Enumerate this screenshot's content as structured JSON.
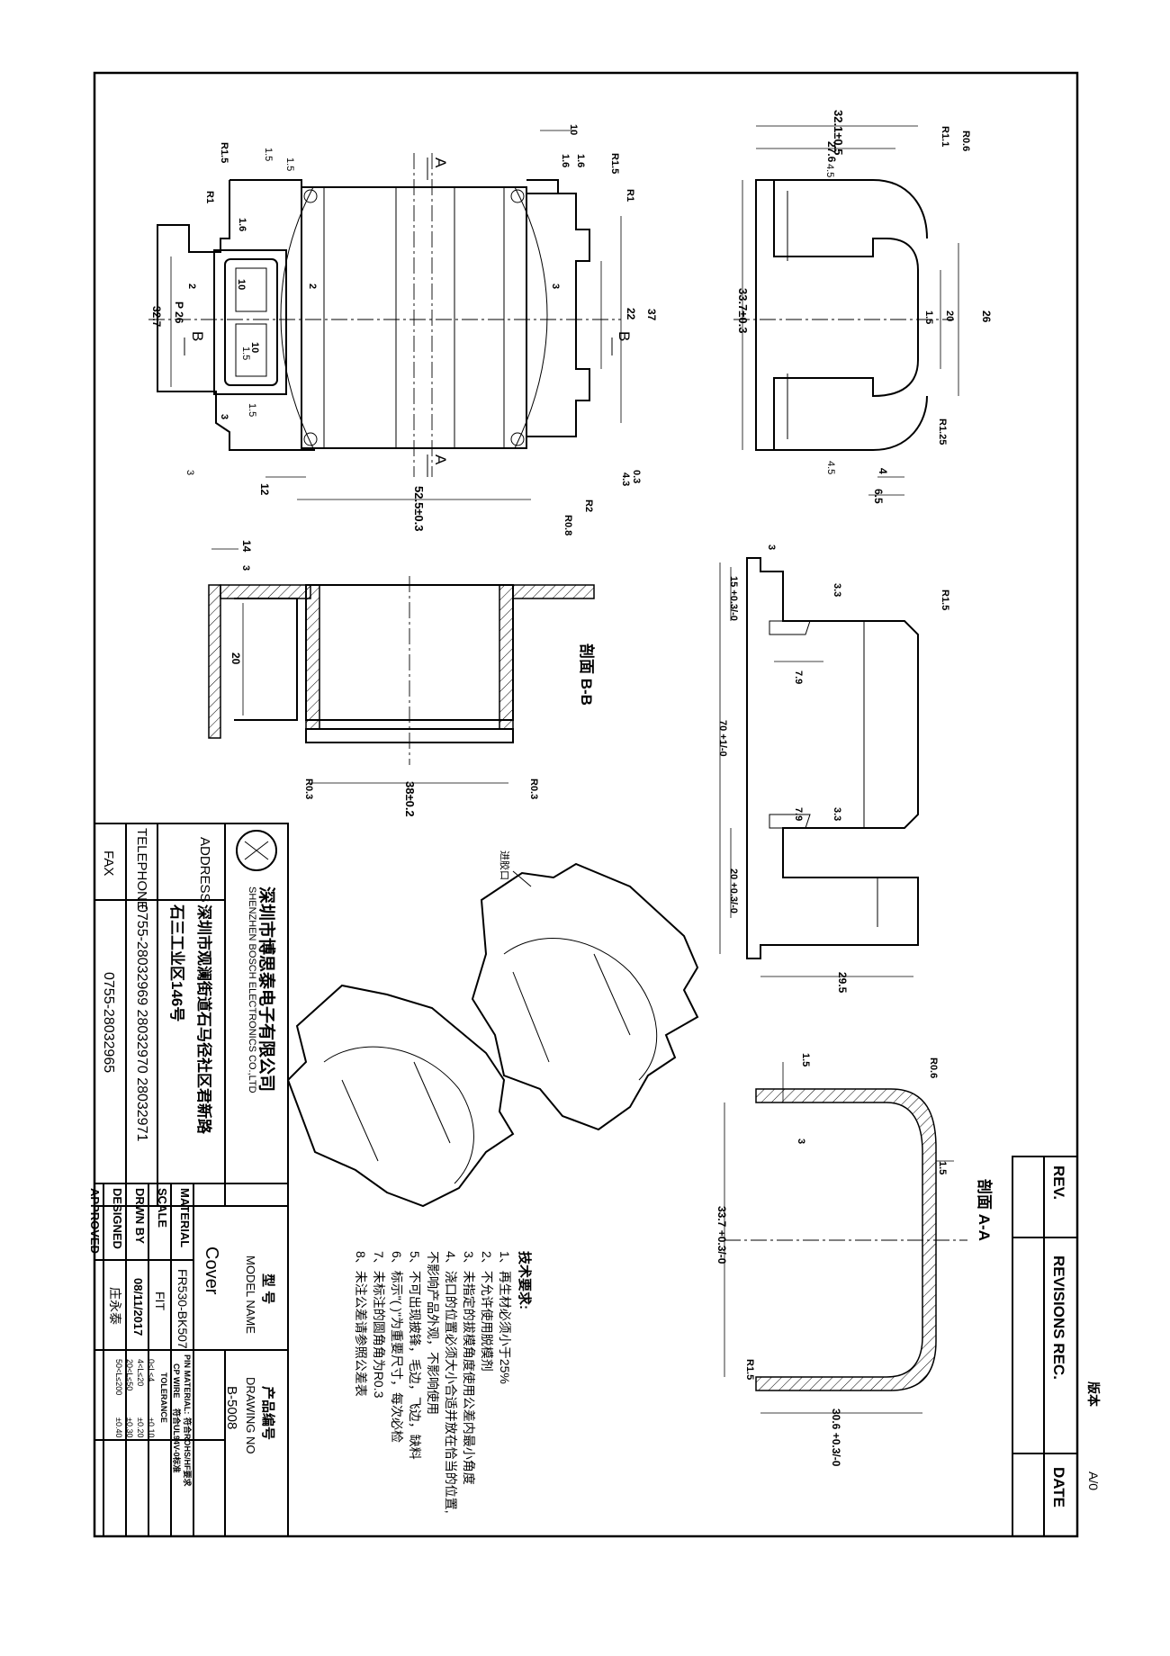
{
  "company": {
    "name_cn": "深圳市博思泰电子有限公司",
    "name_en": "SHENZHEN BOSCH ELECTRONICS CO.,LTD",
    "address_label": "ADDRESS",
    "address_line1": "深圳市观澜街道石马径社区君新路",
    "address_line2": "石三工业区146号",
    "telephone_label": "TELEPHONE",
    "telephone": "0755-28032969  28032970  28032971",
    "fax_label": "FAX",
    "fax": "0755-28032965"
  },
  "title_block": {
    "model_label_cn": "型  号",
    "model_label_en": "MODEL NAME",
    "model_value": "Cover",
    "drawing_no_label_cn": "产品编号",
    "drawing_no_label_en": "DRAWING NO",
    "drawing_no": "B-5008",
    "material_label": "MATERIAL",
    "material": "FR530-BK507",
    "scale_label": "SCALE",
    "scale": "FIT",
    "drawn_label": "DRWN BY",
    "drawn": "08/11/2017",
    "designed_label": "DESIGNED",
    "designed": "庄永泰",
    "approved_label": "APPROVED",
    "pin_material_label": "PIN MATERIAL:",
    "pin_material": "符合ROHS/HF要求",
    "cp_wire_label": "CP WIRE",
    "cp_wire": "符合UL94V-0标准",
    "tolerance_label": "TOLERANCE",
    "tolerances": [
      {
        "range": "0<L≤4",
        "value": "±0.10"
      },
      {
        "range": "4<L≤20",
        "value": "±0.20"
      },
      {
        "range": "20<L≤50",
        "value": "±0.30"
      },
      {
        "range": "50<L≤200",
        "value": "±0.40"
      }
    ]
  },
  "revisions": {
    "rev_label": "REV.",
    "revisions_label": "REVISIONS REC.",
    "date_label": "DATE",
    "version_label": "版本",
    "version_value": "A/0"
  },
  "tech_requirements": {
    "title": "技术要求:",
    "items": [
      "1、再生材必须小于25%",
      "2、不允许使用脱模剂",
      "3、未指定的拔模角度使用公差内最小角度",
      "4、浇口的位置必须大小合适并放在恰当的位置,",
      "不影响产品外观，不影响使用",
      "5、不可出现披锋，毛边，飞边，缺料",
      "6、标示\"(  )\"为重要尺寸，每次必检",
      "7、未标注的圆角角为R0.3",
      "8、未注公差请参照公差表"
    ]
  },
  "section_labels": {
    "bb": "剖面 B-B",
    "aa": "剖面 A-A",
    "gate": "进胶口",
    "a": "A",
    "b": "B"
  },
  "dims_top_view": [
    "R1.5",
    "R1",
    "1.5",
    "1.5",
    "1.6",
    "10",
    "2",
    "2",
    "10",
    "1.5",
    "P 26",
    "32.7",
    "1.5",
    "3",
    "3",
    "12",
    "52.5±0.3",
    "R0.8",
    "R2",
    "0.3",
    "4.3",
    "R1",
    "R1.5",
    "10",
    "1.6",
    "1.6",
    "3",
    "22",
    "37"
  ],
  "dims_side_view": [
    "32.1±0.5",
    "27.6",
    "R1.1",
    "R0.6",
    "4.5",
    "33.7±0.3",
    "4.5",
    "R1.25",
    "1.5",
    "20",
    "26",
    "4",
    "6.5"
  ],
  "dims_section_bb": [
    "14",
    "3",
    "20",
    "38±0.2",
    "R0.3",
    "R0.3"
  ],
  "dims_right_mid": [
    "3",
    "15 +0.3/-0",
    "3.3",
    "R1.5",
    "7.9",
    "70 +1/-0",
    "7.9",
    "3.3",
    "20 +0.3/-0",
    "29.5"
  ],
  "dims_section_aa": [
    "1.5",
    "R0.6",
    "3",
    "1.5",
    "33.7 +0.3/-0",
    "R1.5",
    "30.6 +0.3/-0"
  ]
}
